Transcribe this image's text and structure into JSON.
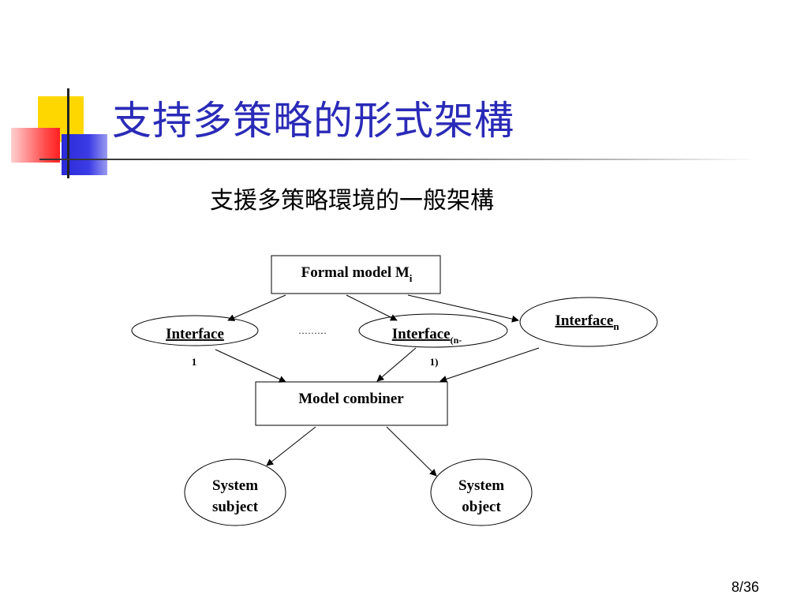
{
  "slide": {
    "title": "支持多策略的形式架構",
    "subtitle": "支援多策略環境的一般架構",
    "page_number": "8/36"
  },
  "diagram": {
    "formal_model": {
      "text": "Formal model M",
      "sub": "i"
    },
    "interface_1": {
      "text": "Interface",
      "below": "1"
    },
    "ellipsis": "………",
    "interface_n_minus_1": {
      "text": "Interface",
      "sub": "(n-",
      "below": "1)"
    },
    "interface_n": {
      "text": "Interface",
      "sub": "n"
    },
    "model_combiner": "Model combiner",
    "system_subject": [
      "System",
      "subject"
    ],
    "system_object": [
      "System",
      "object"
    ]
  }
}
